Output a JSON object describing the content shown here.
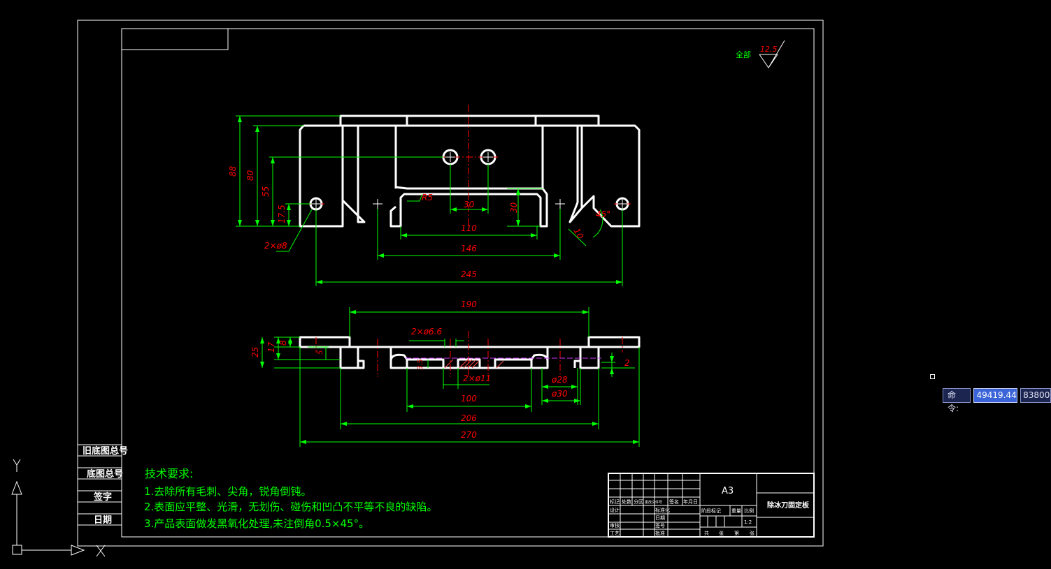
{
  "roughness": {
    "prefix": "全部",
    "value": "12.5"
  },
  "top_view_dims": {
    "h88": "88",
    "h80": "80",
    "h55": "55",
    "h17_5": "17.5",
    "holes": "2×ø8",
    "r5": "R5",
    "w30": "30",
    "h30": "30",
    "w110": "110",
    "w146": "146",
    "w245": "245",
    "chamfer_10": "10",
    "angle_45": "45°"
  },
  "front_view_dims": {
    "w190": "190",
    "holes_66": "2×ø6.6",
    "h25": "25",
    "h17": "17",
    "h8": "8",
    "h5": "5",
    "h3_5": "3.5",
    "holes_11": "2×ø11",
    "d28": "ø28",
    "d30": "ø30",
    "h2": "2",
    "w100": "100",
    "w206": "206",
    "w270": "270"
  },
  "side_labels": [
    "旧底图总号",
    "底图总号",
    "签字",
    "日期"
  ],
  "tech_requirements": {
    "title": "技术要求:",
    "items": [
      "1.去除所有毛刺、尖角，锐角倒钝。",
      "2.表面应平整、光滑，无划伤、碰伤和凹凸不平等不良的缺陷。",
      "3.产品表面做发黑氧化处理,未注倒角0.5×45°。"
    ]
  },
  "title_block": {
    "sheet": "A3",
    "part_name": "除冰刀固定板",
    "scale": "1:2",
    "rev_headers": [
      "标记",
      "处数",
      "分区",
      "更改文件号",
      "签名",
      "年月日"
    ],
    "roles": [
      "设计",
      "审核",
      "工艺"
    ],
    "roles2": [
      "标准化",
      "批准"
    ],
    "stage_headers": [
      "阶段标记",
      "重量",
      "比例"
    ],
    "sheet_count": [
      "共",
      "张",
      "第",
      "张"
    ],
    "misc": [
      "日期",
      "签号"
    ]
  },
  "ucs": {
    "x": "X",
    "y": "Y"
  },
  "command": {
    "label": "命令:",
    "x_value": "49419.44",
    "y_value": "83800"
  },
  "colors": {
    "outline": "#ffffff",
    "dimension": "#00ff00",
    "dim_text": "#ff0000",
    "centerline": "#ff0000",
    "note_text": "#00ff00"
  }
}
